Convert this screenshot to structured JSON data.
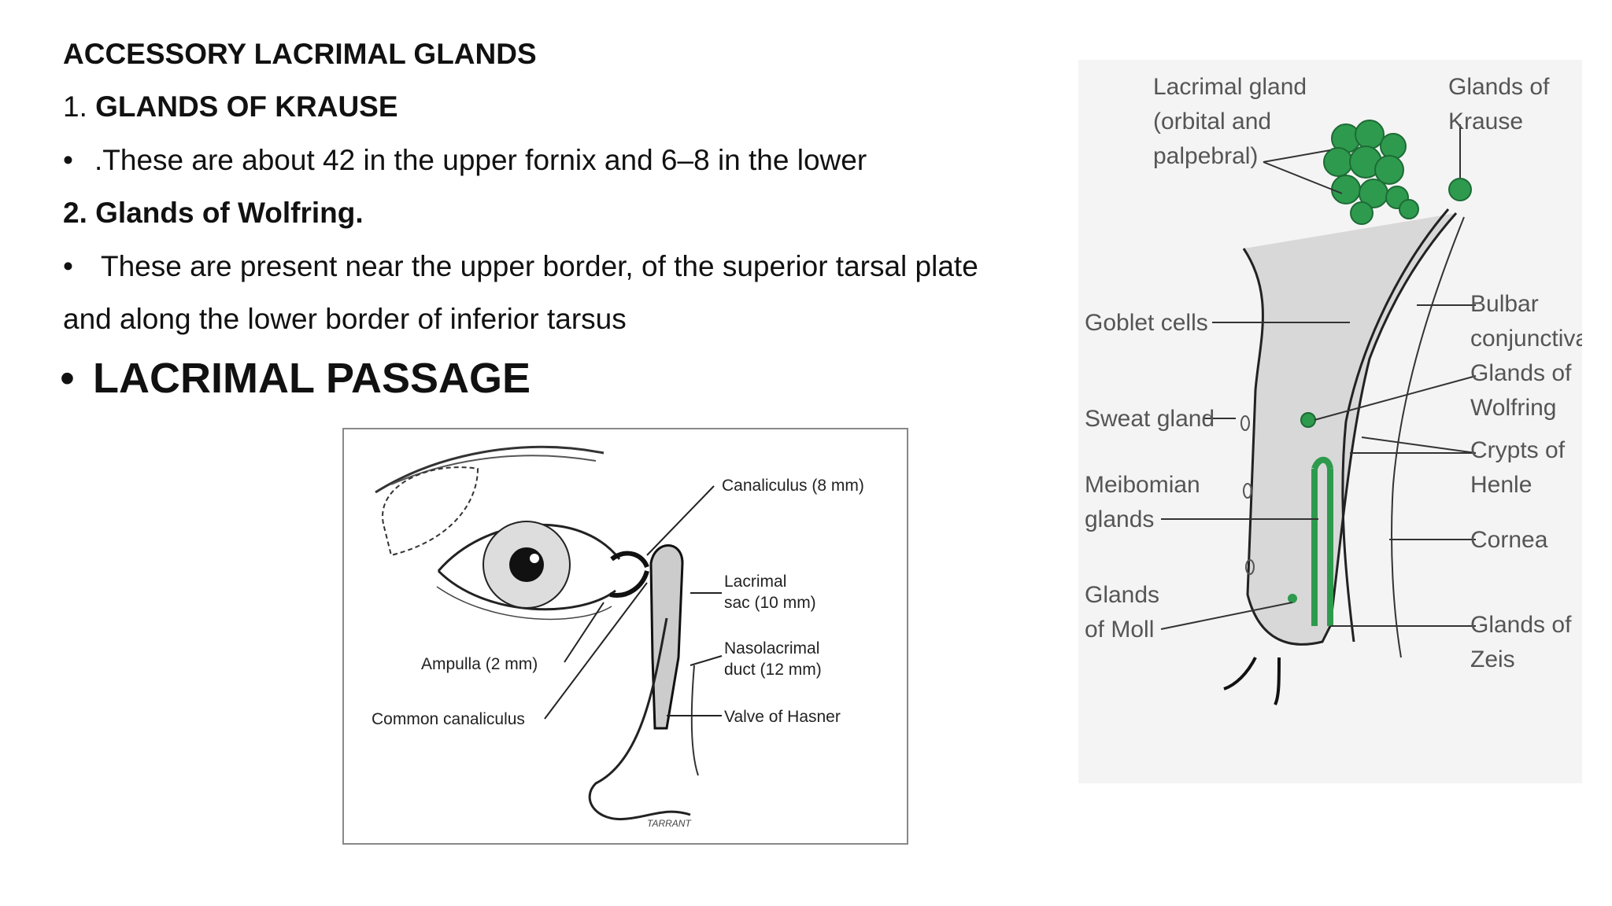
{
  "slide": {
    "heading": "ACCESSORY LACRIMAL GLANDS",
    "item1_num": "1.",
    "item1_title": "GLANDS OF KRAUSE",
    "bullet1": ".These are about 42 in the upper fornix and 6–8 in the lower",
    "item2_title": "2. Glands of Wolfring.",
    "bullet2_line1": "These are present near the upper border, of the superior tarsal plate",
    "bullet2_line2": "and along the lower border of inferior tarsus",
    "section_title": "LACRIMAL PASSAGE",
    "bullet_char": "•"
  },
  "figure_passage": {
    "labels": {
      "canaliculus": "Canaliculus (8 mm)",
      "lacrimal_sac_1": "Lacrimal",
      "lacrimal_sac_2": "sac (10 mm)",
      "nasolacrimal_1": "Nasolacrimal",
      "nasolacrimal_2": "duct (12 mm)",
      "valve": "Valve of Hasner",
      "ampulla": "Ampulla (2 mm)",
      "common": "Common canaliculus",
      "signature": "TARRANT"
    }
  },
  "figure_glands": {
    "labels": {
      "lacrimal_gland_1": "Lacrimal gland",
      "lacrimal_gland_2": "(orbital and",
      "lacrimal_gland_3": "palpebral)",
      "krause_1": "Glands of",
      "krause_2": "Krause",
      "goblet": "Goblet cells",
      "bulbar_1": "Bulbar",
      "bulbar_2": "conjunctiva",
      "wolfring_1": "Glands of",
      "wolfring_2": "Wolfring",
      "sweat": "Sweat gland",
      "crypts_1": "Crypts of",
      "crypts_2": "Henle",
      "meibomian_1": "Meibomian",
      "meibomian_2": "glands",
      "cornea": "Cornea",
      "moll_1": "Glands",
      "moll_2": "of Moll",
      "zeis_1": "Glands of",
      "zeis_2": "Zeis"
    }
  },
  "colors": {
    "gland_green": "#2e9a4e",
    "text": "#111111",
    "label_gray": "#555555"
  }
}
